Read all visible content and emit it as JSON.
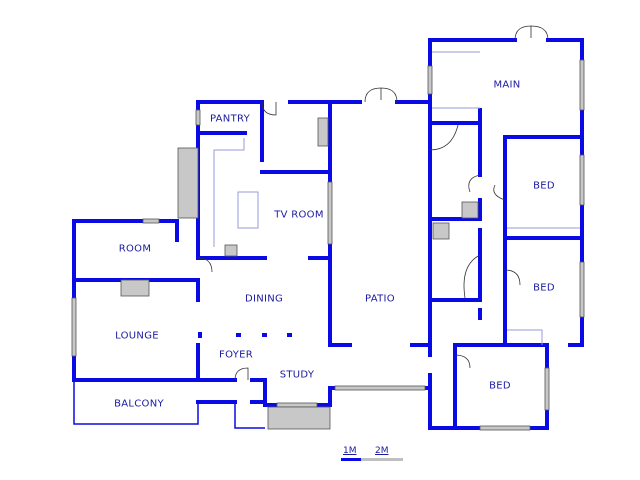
{
  "rooms": {
    "pantry": "PANTRY",
    "tv_room": "TV ROOM",
    "room": "ROOM",
    "dining": "DINING",
    "lounge": "LOUNGE",
    "foyer": "FOYER",
    "study": "STUDY",
    "balcony": "BALCONY",
    "patio": "PATIO",
    "main": "MAIN",
    "bed_1": "BED",
    "bed_2": "BED",
    "bed_3": "BED"
  },
  "scale": {
    "mark_1": "1M",
    "mark_2": "2M"
  },
  "colors": {
    "wall": "#0a0ae6",
    "label": "#1a1aa0"
  }
}
